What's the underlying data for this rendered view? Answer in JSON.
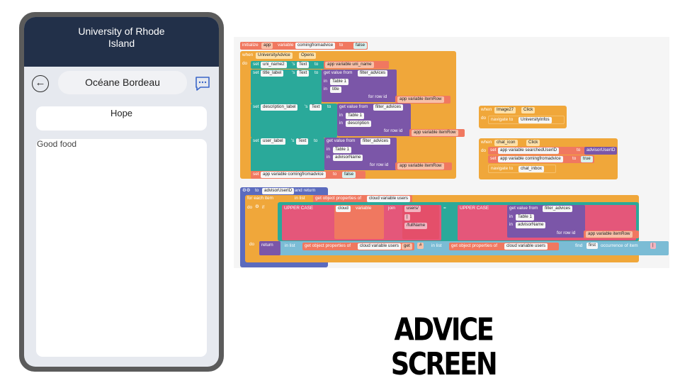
{
  "phone": {
    "header_title": "University of Rhode Island",
    "name": "Océane Bordeau",
    "title": "Hope",
    "description": "Good food",
    "icons": {
      "back": "arrow-left-circle-icon",
      "chat": "chat-bubble-icon"
    },
    "colors": {
      "header": "#223049",
      "screen_bg": "#e6e9ef",
      "frame": "#5b5b5b"
    }
  },
  "blocks": {
    "init": {
      "kw": "initialize",
      "scope": "app",
      "word_variable": "variable",
      "var": "comingfromadvice",
      "to": "to",
      "val": "false"
    },
    "when_opens": {
      "when": "when",
      "comp": "UniversityAdvice",
      "event": "Opens",
      "do": "do"
    },
    "set1": {
      "set": "set",
      "target": "uni_name2",
      "prop": "Text",
      "s": "'s",
      "to": "to",
      "value": "app variable uni_name"
    },
    "set2": {
      "set": "set",
      "target": "title_label",
      "prop": "Text",
      "s": "'s",
      "to": "to",
      "gv": "get value from",
      "src": "filter_advices",
      "in1": "in",
      "table": "Table 1",
      "in2": "in",
      "col": "title",
      "forrow": "for row id",
      "row": "app variable itemRow"
    },
    "set3": {
      "set": "set",
      "target": "description_label",
      "prop": "Text",
      "s": "'s",
      "to": "to",
      "gv": "get value from",
      "src": "filter_advices",
      "in1": "in",
      "table": "Table 1",
      "in2": "in",
      "col": "description",
      "forrow": "for row id",
      "row": "app variable itemRow"
    },
    "set4": {
      "set": "set",
      "target": "user_label",
      "prop": "Text",
      "s": "'s",
      "to": "to",
      "gv": "get value from",
      "src": "filter_advices",
      "in1": "in",
      "table": "Table 1",
      "in2": "in",
      "col": "advisorName",
      "forrow": "for row id",
      "row": "app variable itemRow"
    },
    "set5": {
      "set": "set",
      "target": "app variable comingfromadvice",
      "to": "to",
      "val": "false"
    },
    "when_image": {
      "when": "when",
      "comp": "Image27",
      "event": "Click",
      "do": "do",
      "nav": "navigate to",
      "screen": "UniversityInfos"
    },
    "when_chat": {
      "when": "when",
      "comp": "chat_icon",
      "event": "Click",
      "do": "do",
      "set": "set",
      "v1": "app variable searchedUserID",
      "to": "to",
      "val1": "advisorUserID",
      "v2": "app variable comingfromadvice",
      "val2": "true",
      "nav": "navigate to",
      "screen": "chat_inbox"
    },
    "func": {
      "to": "to",
      "name": "advisorUserID",
      "and_return": "and return",
      "foreach": "for each item",
      "in_list": "in list",
      "gop": "get object properties of",
      "cv": "cloud variable users",
      "do": "do",
      "if": "if",
      "upper1": "UPPER CASE",
      "cloud": "cloud",
      "variable": "variable",
      "join": "join",
      "users": "users/",
      "bar": "|",
      "fullname": "/fullName",
      "eq": "=",
      "upper2": "UPPER CASE",
      "gv": "get value from",
      "src": "filter_advices",
      "in1": "in",
      "table": "Table 1",
      "in2": "in",
      "col": "advisorName",
      "forrow": "for row id",
      "row": "app variable itemRow",
      "ret": "return",
      "ret_in_list": "in list",
      "get": "get",
      "hash": "#",
      "in_list2": "in list",
      "find": "find",
      "first": "first",
      "occ": "occurrence of item"
    },
    "colors": {
      "orange": "#f0a73a",
      "teal": "#2aa99a",
      "purple": "#7b56a8",
      "red": "#e4577a",
      "salmon": "#f07860",
      "blue": "#5b6bbe",
      "sky": "#7bbcd5",
      "pink": "#e44f6a"
    }
  },
  "caption": "ADVICE SCREEN"
}
